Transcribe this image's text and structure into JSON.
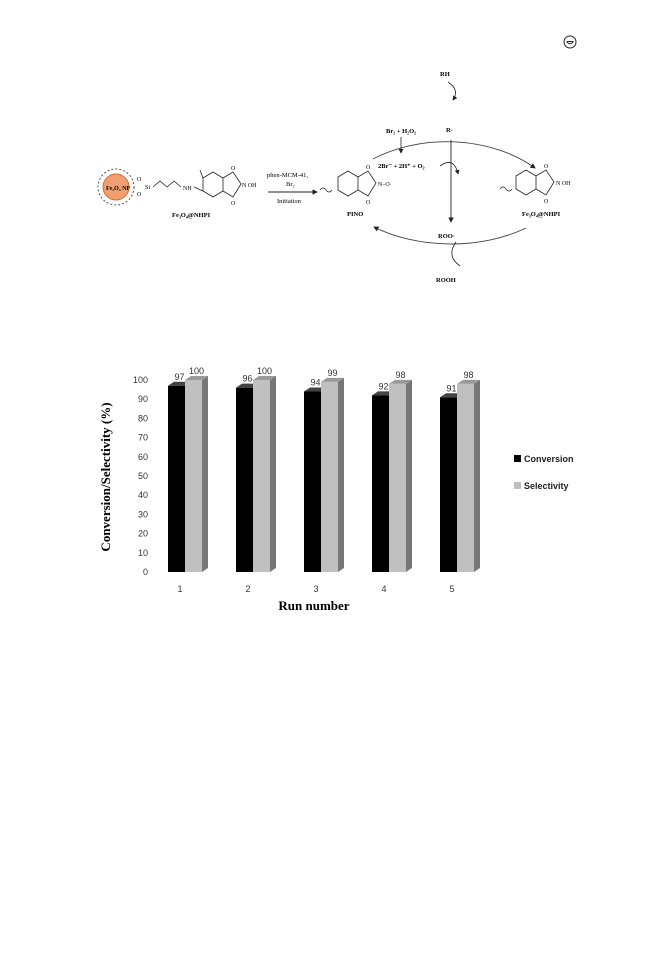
{
  "page": {
    "corner_icon": "circle-emblem-icon"
  },
  "scheme": {
    "particle_label": "Fe₃O₄ NP",
    "oxygen": "O",
    "silicon": "Si",
    "amide": "NH",
    "n_oh": "N OH",
    "catalyst_label": "Fe₃O₄@NHPI",
    "arrow_line1": "phen-MCM-41,",
    "arrow_line2": "Br₂",
    "arrow_line3": "Initiation",
    "pino_label": "PINO",
    "no_radical": "N–O·",
    "rh": "RH",
    "r_radical": "R·",
    "br2_h2o2": "Br₂ + H₂O₂",
    "bromide_eq": "2Br⁻ + 2H⁺ + O₂",
    "roo_radical": "ROO·",
    "rooh": "ROOH",
    "right_label": "Fe₃O₄@NHPI",
    "right_noh": "N OH",
    "colors": {
      "particle": "#f0a070",
      "particle_edge": "#d36b2f"
    }
  },
  "chart_data": {
    "type": "bar",
    "categories": [
      "1",
      "2",
      "3",
      "4",
      "5"
    ],
    "series": [
      {
        "name": "Conversion",
        "values": [
          97,
          96,
          94,
          92,
          91
        ],
        "color": "#000000"
      },
      {
        "name": "Selectivity",
        "values": [
          100,
          100,
          99,
          98,
          98
        ],
        "color": "#c0c0c0"
      }
    ],
    "ylim": [
      0,
      100
    ],
    "yticks": [
      0,
      10,
      20,
      30,
      40,
      50,
      60,
      70,
      80,
      90,
      100
    ],
    "xlabel": "Run number",
    "ylabel": "Conversion/Selectivity (%)",
    "legend_position": "right",
    "grid": false
  }
}
